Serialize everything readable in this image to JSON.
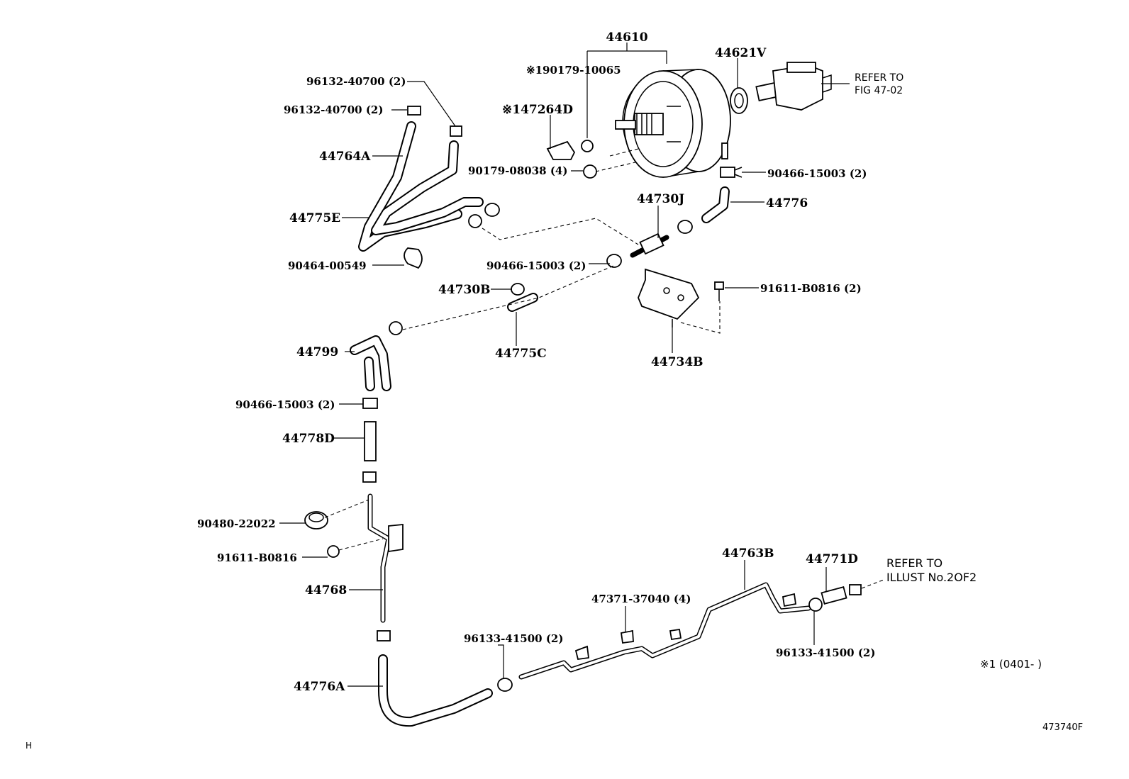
{
  "labels": {
    "p44610": "44610",
    "p90179_10065": "※190179-10065",
    "p147264D": "※147264D",
    "p90179_08038": "90179-08038 (4)",
    "p44621V": "44621V",
    "refer_fig_1": "REFER TO",
    "refer_fig_2": "FIG 47-02",
    "p90466_top": "90466-15003 (2)",
    "p44776": "44776",
    "p44730J": "44730J",
    "p96132_a": "96132-40700 (2)",
    "p96132_b": "96132-40700 (2)",
    "p44764A": "44764A",
    "p44775E": "44775E",
    "p90464": "90464-00549",
    "p90466_mid": "90466-15003 (2)",
    "p44730B": "44730B",
    "p91611_2": "91611-B0816 (2)",
    "p44775C": "44775C",
    "p44734B": "44734B",
    "p44799": "44799",
    "p90466_low": "90466-15003 (2)",
    "p44778D": "44778D",
    "p90480": "90480-22022",
    "p91611": "91611-B0816",
    "p44768": "44768",
    "p44776A": "44776A",
    "p96133_a": "96133-41500 (2)",
    "p47371": "47371-37040 (4)",
    "p44763B": "44763B",
    "p44771D": "44771D",
    "refer_illust_1": "REFER TO",
    "refer_illust_2": "ILLUST No.2OF2",
    "p96133_b": "96133-41500 (2)",
    "note": "※1 (0401-      )",
    "fig_code": "473740F",
    "corner": "H"
  }
}
